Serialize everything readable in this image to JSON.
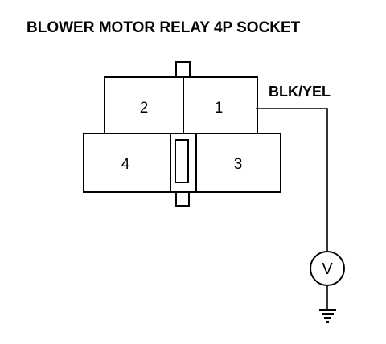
{
  "title": "BLOWER MOTOR RELAY 4P SOCKET",
  "connector": {
    "pins": [
      {
        "label": "1"
      },
      {
        "label": "2"
      },
      {
        "label": "3"
      },
      {
        "label": "4"
      }
    ]
  },
  "wire": {
    "color_code": "BLK/YEL"
  },
  "meter": {
    "symbol": "V"
  },
  "ground": {
    "icon": "ground-icon"
  }
}
